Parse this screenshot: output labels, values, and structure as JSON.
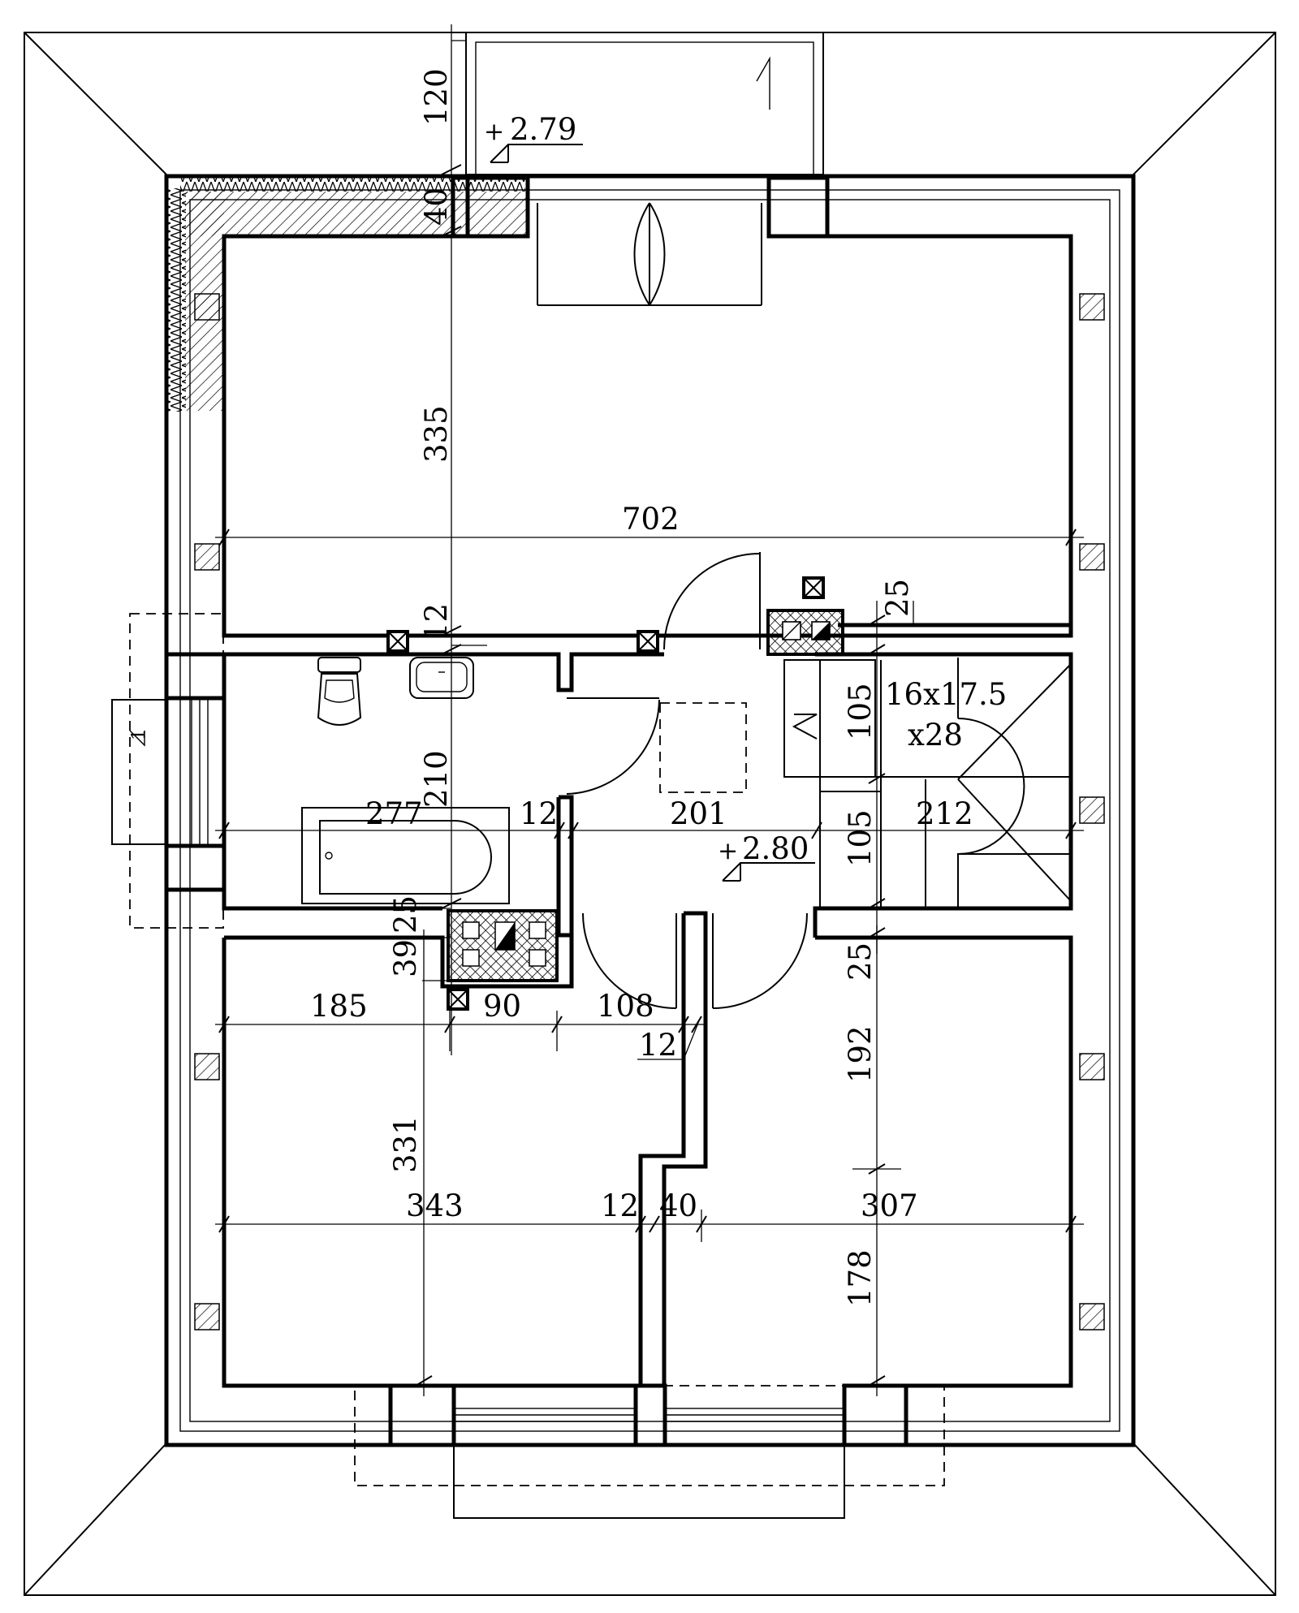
{
  "levels": {
    "balcony": "2.79",
    "hall": "2.80",
    "balcony_symbol": "+",
    "hall_symbol": "+"
  },
  "stairs": {
    "spec": "16x17.5",
    "count": "x28"
  },
  "dimensions": {
    "d120": "120",
    "d40_top": "40",
    "d335": "335",
    "d702": "702",
    "d12_top": "12",
    "d25_top": "25",
    "d105_upper": "105",
    "d105_lower": "105",
    "d212": "212",
    "d201": "201",
    "d277": "277",
    "d210": "210",
    "d12_bath": "12",
    "d25_left": "25",
    "d39": "39",
    "d90": "90",
    "d108": "108",
    "d185": "185",
    "d12_mid": "12",
    "d25_right": "25",
    "d192": "192",
    "d331": "331",
    "d343": "343",
    "d12_low": "12",
    "d40_low": "40",
    "d307": "307",
    "d178": "178"
  },
  "window_marks": {
    "balcony_mark": "1",
    "left_window_mark": "1"
  }
}
